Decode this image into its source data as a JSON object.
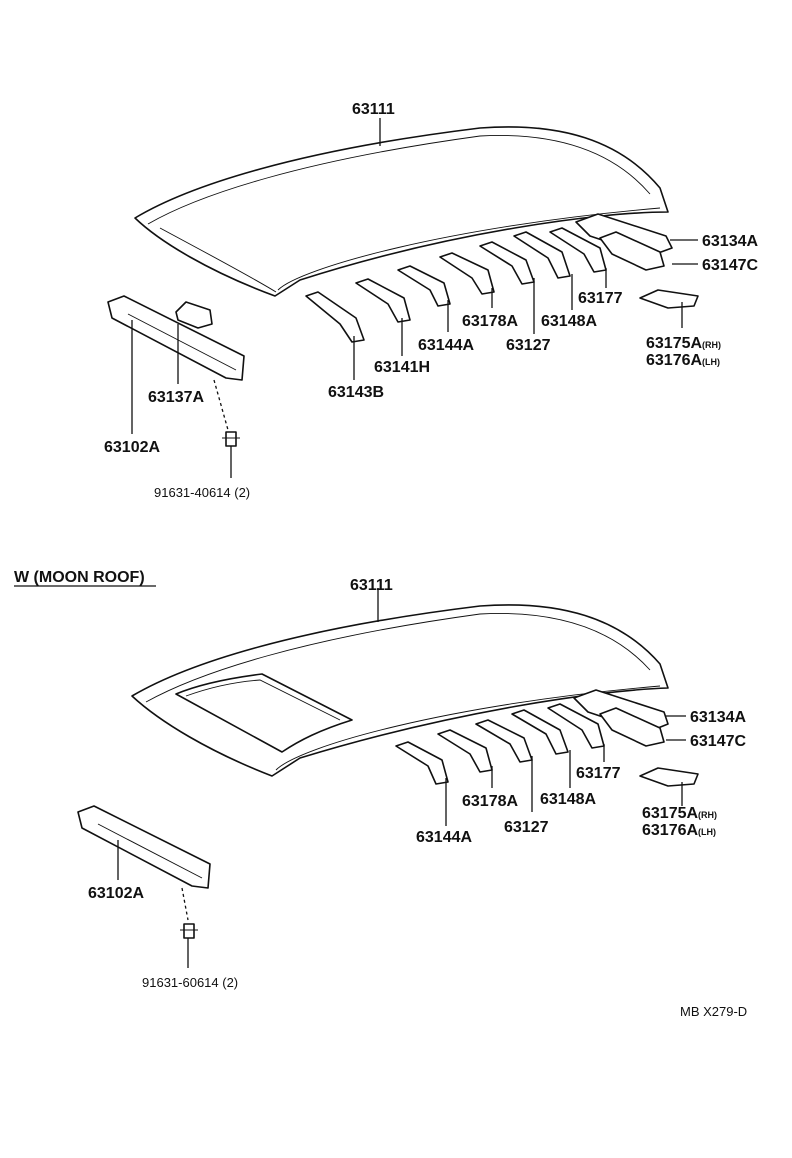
{
  "upper": {
    "roof": "63111",
    "p63134A": "63134A",
    "p63147C": "63147C",
    "p63177": "63177",
    "p63148A": "63148A",
    "p63178A": "63178A",
    "p63127": "63127",
    "p63144A": "63144A",
    "p63141H": "63141H",
    "p63143B": "63143B",
    "p63175A": "63175A",
    "p63175A_side": "(RH)",
    "p63176A": "63176A",
    "p63176A_side": "(LH)",
    "p63137A": "63137A",
    "p63102A": "63102A",
    "bolt": "91631-40614 (2)"
  },
  "lower": {
    "section_title": "W (MOON ROOF)",
    "roof": "63111",
    "p63134A": "63134A",
    "p63147C": "63147C",
    "p63177": "63177",
    "p63148A": "63148A",
    "p63178A": "63178A",
    "p63127": "63127",
    "p63144A": "63144A",
    "p63175A": "63175A",
    "p63175A_side": "(RH)",
    "p63176A": "63176A",
    "p63176A_side": "(LH)",
    "p63102A": "63102A",
    "bolt": "91631-60614 (2)"
  },
  "diagram_code": "MB X279-D"
}
